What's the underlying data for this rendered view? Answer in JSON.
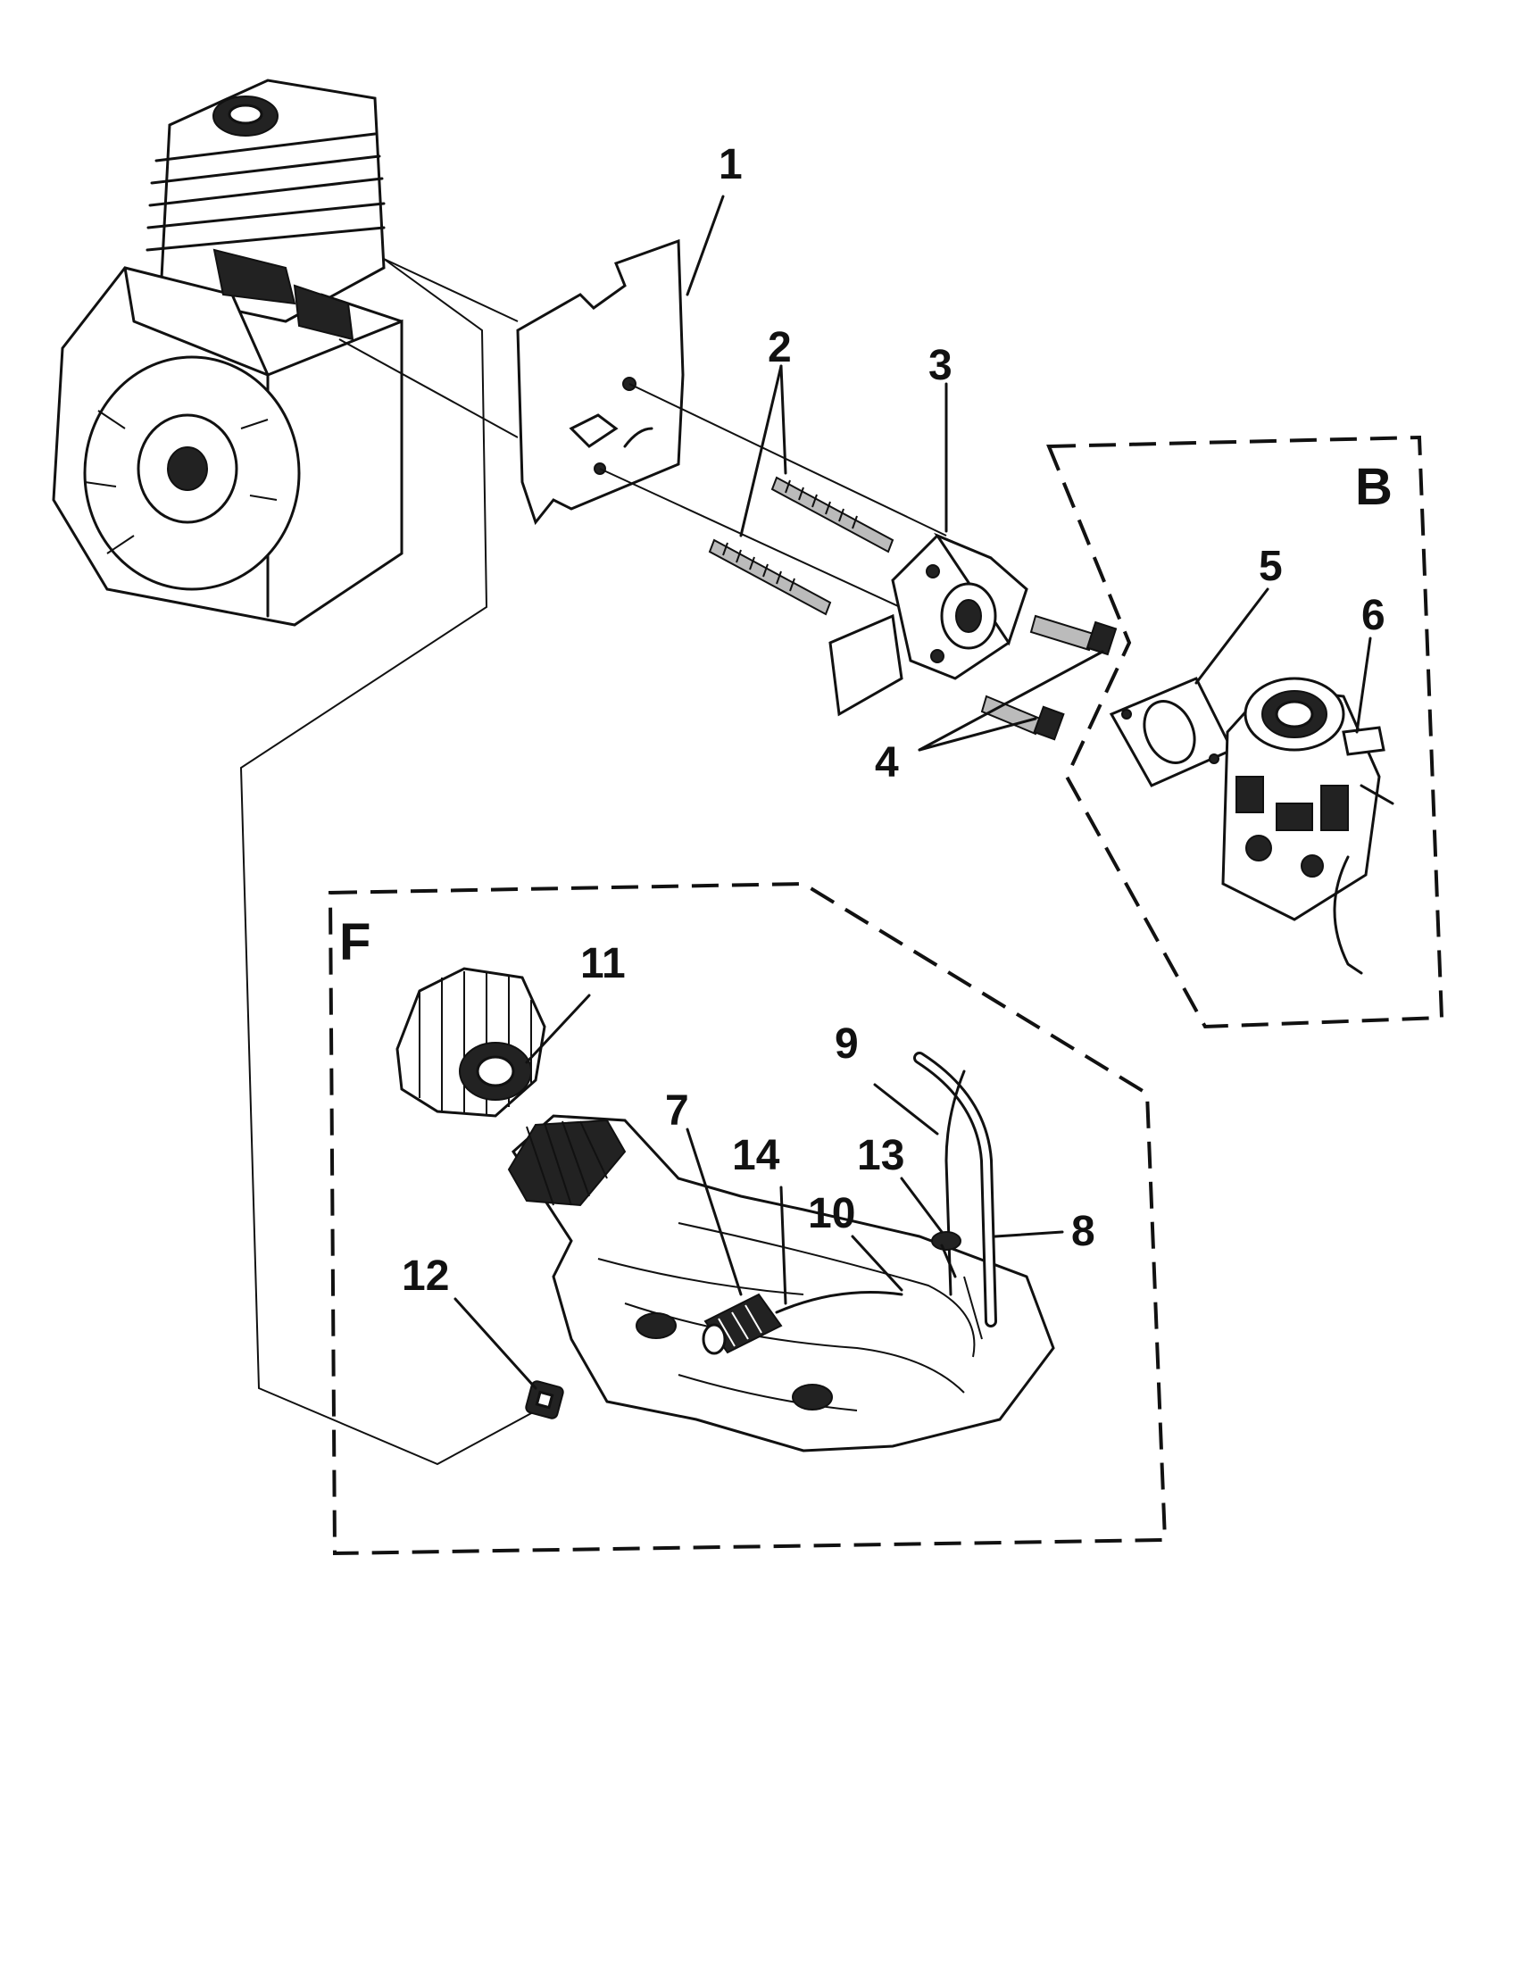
{
  "callouts": {
    "c1": "1",
    "c2": "2",
    "c3": "3",
    "c4": "4",
    "c5": "5",
    "c6": "6",
    "c7": "7",
    "c8": "8",
    "c9": "9",
    "c10": "10",
    "c11": "11",
    "c12": "12",
    "c13": "13",
    "c14": "14"
  },
  "sections": {
    "carburetor_group": "B",
    "fuel_tank_group": "F"
  },
  "colors": {
    "ink": "#111111",
    "paper": "#ffffff"
  }
}
